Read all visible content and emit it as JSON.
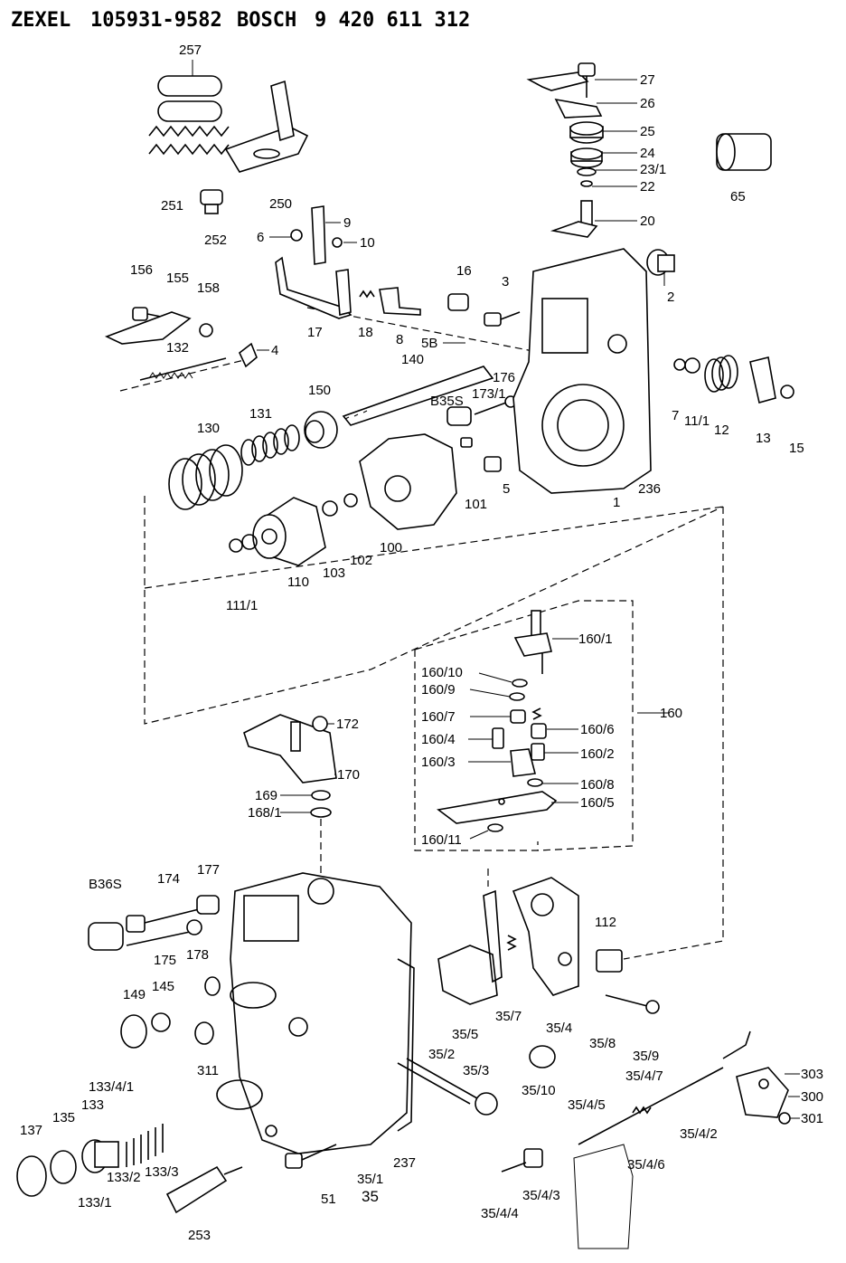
{
  "header": {
    "brand1": "ZEXEL",
    "number1": "105931-9582",
    "brand2": "BOSCH",
    "number2": "9 420 611 312"
  },
  "labels": [
    {
      "id": "257",
      "text": "257"
    },
    {
      "id": "251",
      "text": "251"
    },
    {
      "id": "250",
      "text": "250"
    },
    {
      "id": "252",
      "text": "252"
    },
    {
      "id": "27",
      "text": "27"
    },
    {
      "id": "26",
      "text": "26"
    },
    {
      "id": "25",
      "text": "25"
    },
    {
      "id": "24",
      "text": "24"
    },
    {
      "id": "23_1",
      "text": "23/1"
    },
    {
      "id": "22",
      "text": "22"
    },
    {
      "id": "20",
      "text": "20"
    },
    {
      "id": "65",
      "text": "65"
    },
    {
      "id": "9",
      "text": "9"
    },
    {
      "id": "6",
      "text": "6"
    },
    {
      "id": "10",
      "text": "10"
    },
    {
      "id": "16",
      "text": "16"
    },
    {
      "id": "3",
      "text": "3"
    },
    {
      "id": "2",
      "text": "2"
    },
    {
      "id": "156",
      "text": "156"
    },
    {
      "id": "155",
      "text": "155"
    },
    {
      "id": "158",
      "text": "158"
    },
    {
      "id": "17",
      "text": "17"
    },
    {
      "id": "18",
      "text": "18"
    },
    {
      "id": "8",
      "text": "8"
    },
    {
      "id": "58",
      "text": "5B"
    },
    {
      "id": "132",
      "text": "132"
    },
    {
      "id": "4",
      "text": "4"
    },
    {
      "id": "140",
      "text": "140"
    },
    {
      "id": "176",
      "text": "176"
    },
    {
      "id": "173_1",
      "text": "173/1"
    },
    {
      "id": "b35s",
      "text": "B35S"
    },
    {
      "id": "7",
      "text": "7"
    },
    {
      "id": "11_1",
      "text": "11/1"
    },
    {
      "id": "12",
      "text": "12"
    },
    {
      "id": "13",
      "text": "13"
    },
    {
      "id": "15",
      "text": "15"
    },
    {
      "id": "130",
      "text": "130"
    },
    {
      "id": "131",
      "text": "131"
    },
    {
      "id": "150",
      "text": "150"
    },
    {
      "id": "101",
      "text": "101"
    },
    {
      "id": "5",
      "text": "5"
    },
    {
      "id": "1",
      "text": "1"
    },
    {
      "id": "236",
      "text": "236"
    },
    {
      "id": "110",
      "text": "110"
    },
    {
      "id": "103",
      "text": "103"
    },
    {
      "id": "102",
      "text": "102"
    },
    {
      "id": "100",
      "text": "100"
    },
    {
      "id": "111_1",
      "text": "111/1"
    },
    {
      "id": "160_1",
      "text": "160/1"
    },
    {
      "id": "160_10",
      "text": "160/10"
    },
    {
      "id": "160_9",
      "text": "160/9"
    },
    {
      "id": "160_7",
      "text": "160/7"
    },
    {
      "id": "160_6",
      "text": "160/6"
    },
    {
      "id": "160",
      "text": "160"
    },
    {
      "id": "160_4",
      "text": "160/4"
    },
    {
      "id": "160_2",
      "text": "160/2"
    },
    {
      "id": "160_3",
      "text": "160/3"
    },
    {
      "id": "160_8",
      "text": "160/8"
    },
    {
      "id": "160_5",
      "text": "160/5"
    },
    {
      "id": "160_11",
      "text": "160/11"
    },
    {
      "id": "172",
      "text": "172"
    },
    {
      "id": "170",
      "text": "170"
    },
    {
      "id": "169",
      "text": "169"
    },
    {
      "id": "168_1",
      "text": "168/1"
    },
    {
      "id": "b36s",
      "text": "B36S"
    },
    {
      "id": "174",
      "text": "174"
    },
    {
      "id": "177",
      "text": "177"
    },
    {
      "id": "175",
      "text": "175"
    },
    {
      "id": "178",
      "text": "178"
    },
    {
      "id": "112",
      "text": "112"
    },
    {
      "id": "149",
      "text": "149"
    },
    {
      "id": "145",
      "text": "145"
    },
    {
      "id": "311",
      "text": "311"
    },
    {
      "id": "35_7",
      "text": "35/7"
    },
    {
      "id": "35_4",
      "text": "35/4"
    },
    {
      "id": "35_8",
      "text": "35/8"
    },
    {
      "id": "35_9",
      "text": "35/9"
    },
    {
      "id": "35_5",
      "text": "35/5"
    },
    {
      "id": "35_2",
      "text": "35/2"
    },
    {
      "id": "35_3",
      "text": "35/3"
    },
    {
      "id": "35_10",
      "text": "35/10"
    },
    {
      "id": "35_4_7",
      "text": "35/4/7"
    },
    {
      "id": "303",
      "text": "303"
    },
    {
      "id": "300",
      "text": "300"
    },
    {
      "id": "301",
      "text": "301"
    },
    {
      "id": "133_4_1",
      "text": "133/4/1"
    },
    {
      "id": "133",
      "text": "133"
    },
    {
      "id": "135",
      "text": "135"
    },
    {
      "id": "137",
      "text": "137"
    },
    {
      "id": "35_4_5",
      "text": "35/4/5"
    },
    {
      "id": "35_4_2",
      "text": "35/4/2"
    },
    {
      "id": "35_4_6",
      "text": "35/4/6"
    },
    {
      "id": "133_2",
      "text": "133/2"
    },
    {
      "id": "133_3",
      "text": "133/3"
    },
    {
      "id": "133_1",
      "text": "133/1"
    },
    {
      "id": "51",
      "text": "51"
    },
    {
      "id": "35_1",
      "text": "35/1"
    },
    {
      "id": "237",
      "text": "237"
    },
    {
      "id": "35",
      "text": "35"
    },
    {
      "id": "35_4_3",
      "text": "35/4/3"
    },
    {
      "id": "35_4_4",
      "text": "35/4/4"
    },
    {
      "id": "253",
      "text": "253"
    }
  ]
}
